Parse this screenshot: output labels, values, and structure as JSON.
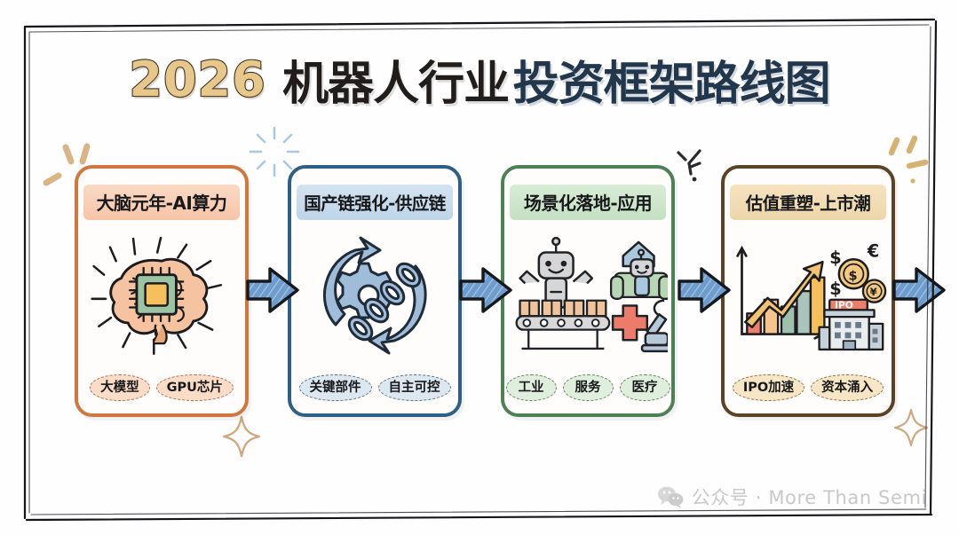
{
  "poster": {
    "background_color": "#fefefe",
    "frame_style": "hand-drawn double sketch border"
  },
  "title": {
    "year": "2026",
    "middle": "机器人行业",
    "tail": "投资框架路线图",
    "full": "2026 机器人行业投资框架路线图",
    "year_color": "#e8c88a",
    "middle_color": "#201d1a",
    "tail_color": "#22364c"
  },
  "cards": [
    {
      "id": "card-ai-compute",
      "index": "1",
      "title": "大脑元年-AI算力",
      "accent_color": "#d1763f",
      "highlight_color": "#f6c5a8",
      "icon": "brain-with-chip-icon",
      "tags": [
        "大模型",
        "GPU芯片"
      ]
    },
    {
      "id": "card-supply-chain",
      "index": "2",
      "title": "国产链强化-供应链",
      "accent_color": "#2e5f86",
      "highlight_color": "#bed5e8",
      "icon": "gear-chain-cycle-icon",
      "tags": [
        "关键部件",
        "自主可控"
      ]
    },
    {
      "id": "card-applications",
      "index": "3",
      "title": "场景化落地-应用",
      "accent_color": "#4c8055",
      "highlight_color": "#c4e0c2",
      "icon": "robot-conveyor-service-medical-icon",
      "tags": [
        "工业",
        "服务",
        "医疗"
      ]
    },
    {
      "id": "card-valuation-ipo",
      "index": "4",
      "title": "估值重塑-上市潮",
      "accent_color": "#5a4326",
      "highlight_color": "#eed6a9",
      "icon": "growth-chart-coins-ipo-building-icon",
      "tags": [
        "IPO加速",
        "资本涌入"
      ],
      "building_label": "IPO",
      "currency_symbols": [
        "$",
        "€",
        "$",
        "¥",
        "$"
      ]
    }
  ],
  "arrows": {
    "count": "4",
    "color": "#6d9ccd",
    "outline_color": "#16181b",
    "icon": "right-arrow-icon"
  },
  "decorations": [
    {
      "name": "sparkle-strokes-gold",
      "position": "top-left"
    },
    {
      "name": "starburst-blue",
      "position": "above-card-2"
    },
    {
      "name": "sparkle-dark",
      "position": "between-card-3-and-4"
    },
    {
      "name": "sparkle-strokes-gold",
      "position": "top-right"
    },
    {
      "name": "four-point-star-tan",
      "position": "bottom-between-card-1-and-2"
    },
    {
      "name": "four-point-star-tan",
      "position": "bottom-right"
    }
  ],
  "watermark": {
    "icon": "wechat-icon",
    "text": "公众号 · More Than Semi",
    "color": "#b4b4b4"
  }
}
